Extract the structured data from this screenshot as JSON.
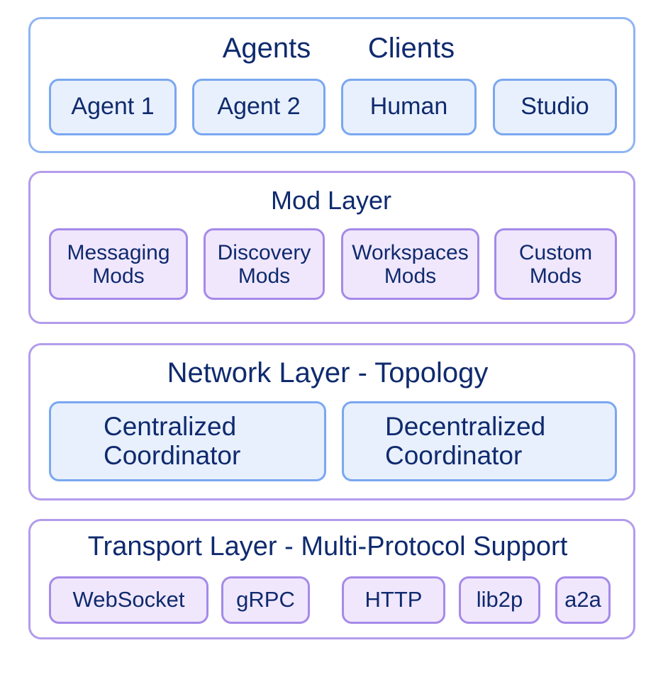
{
  "layers": [
    {
      "titles": [
        "Agents",
        "Clients"
      ],
      "items": [
        "Agent 1",
        "Agent 2",
        "Human",
        "Studio"
      ]
    },
    {
      "title": "Mod Layer",
      "items": [
        "Messaging\nMods",
        "Discovery\nMods",
        "Workspaces\nMods",
        "Custom\nMods"
      ]
    },
    {
      "title": "Network Layer - Topology",
      "items": [
        "Centralized\nCoordinator",
        "Decentralized\nCoordinator"
      ]
    },
    {
      "title": "Transport Layer - Multi-Protocol Support",
      "items": [
        "WebSocket",
        "gRPC",
        "HTTP",
        "lib2p",
        "a2a"
      ]
    }
  ],
  "colors": {
    "text": "#0f2a6e",
    "blue_border": "#7aa7f0",
    "blue_fill": "#e8f0fd",
    "purple_border": "#a58ae8",
    "purple_fill": "#f0e7fd"
  }
}
